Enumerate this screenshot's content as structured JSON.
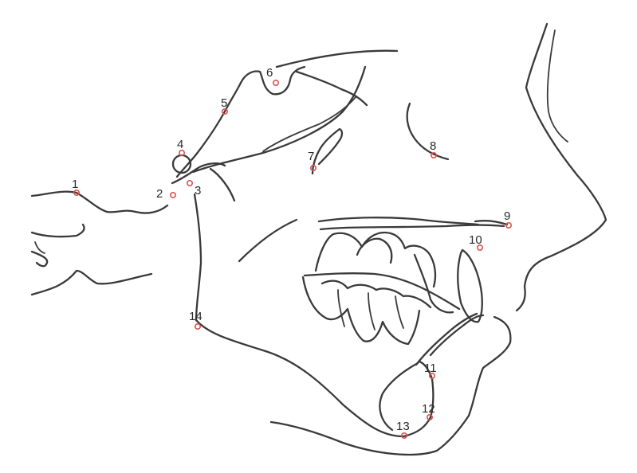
{
  "colors": {
    "line": "#3a3a3a",
    "landmark": "#d9534f",
    "label": "#2a2a2a"
  },
  "landmarks": [
    {
      "id": "1",
      "label": "1"
    },
    {
      "id": "2",
      "label": "2"
    },
    {
      "id": "3",
      "label": "3"
    },
    {
      "id": "4",
      "label": "4"
    },
    {
      "id": "5",
      "label": "5"
    },
    {
      "id": "6",
      "label": "6"
    },
    {
      "id": "7",
      "label": "7"
    },
    {
      "id": "8",
      "label": "8"
    },
    {
      "id": "9",
      "label": "9"
    },
    {
      "id": "10",
      "label": "10"
    },
    {
      "id": "11",
      "label": "11"
    },
    {
      "id": "12",
      "label": "12"
    },
    {
      "id": "13",
      "label": "13"
    },
    {
      "id": "14",
      "label": "14"
    }
  ]
}
